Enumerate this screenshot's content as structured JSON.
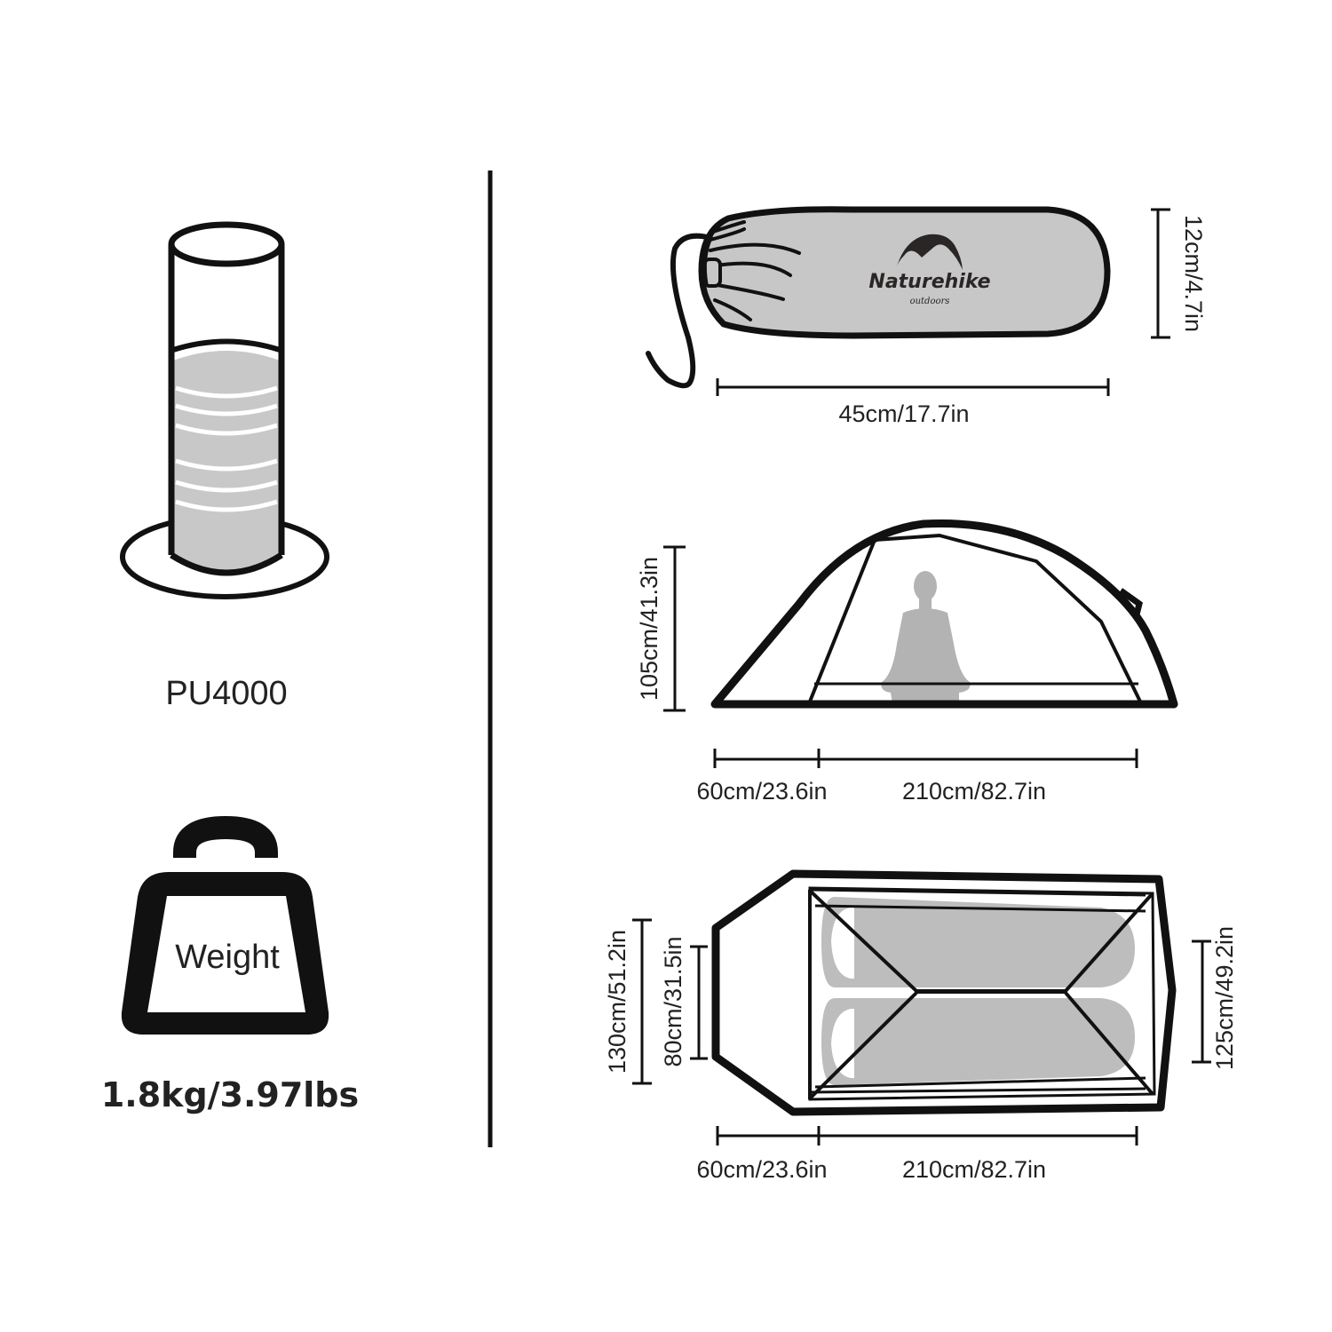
{
  "colors": {
    "background": "#ffffff",
    "outline": "#111111",
    "fill_gray": "#c8c8c8",
    "figure_gray": "#b3b3b3",
    "text": "#222222"
  },
  "left_panel": {
    "waterproof": {
      "icon": "water-column-icon",
      "label": "PU4000"
    },
    "weight": {
      "icon": "weight-icon",
      "icon_text": "Weight",
      "label": "1.8kg/3.97lbs"
    }
  },
  "right_panel": {
    "packed_bag": {
      "icon": "stuff-sack-icon",
      "brand_name": "Naturehike",
      "brand_sub": "outdoors",
      "length_label": "45cm/17.7in",
      "diameter_label": "12cm/4.7in"
    },
    "side_view": {
      "icon": "tent-side-view-icon",
      "height_label": "105cm/41.3in",
      "vestibule_label": "60cm/23.6in",
      "inner_length_label": "210cm/82.7in"
    },
    "top_view": {
      "icon": "tent-top-view-icon",
      "outer_width_label": "130cm/51.2in",
      "vestibule_width_label": "80cm/31.5in",
      "foot_width_label": "125cm/49.2in",
      "vestibule_label": "60cm/23.6in",
      "inner_length_label": "210cm/82.7in"
    }
  }
}
